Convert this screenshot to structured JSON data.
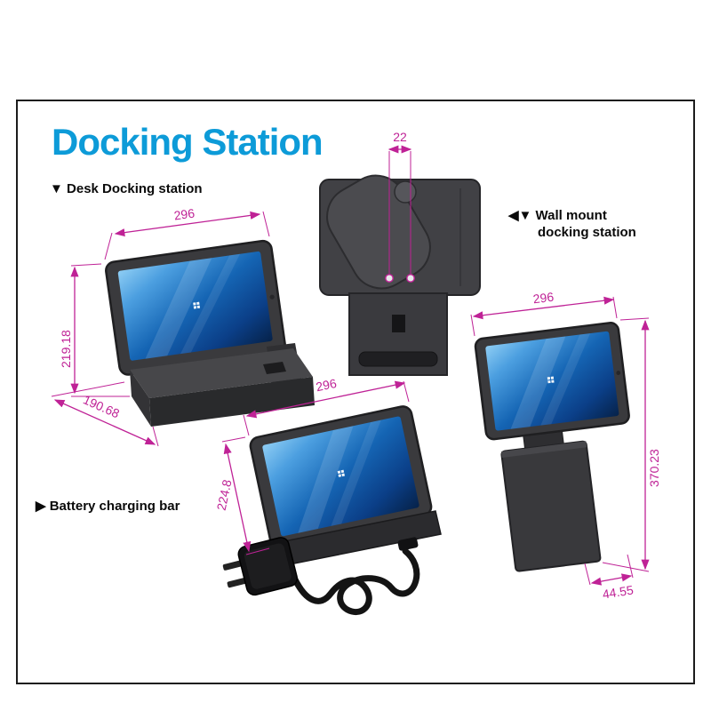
{
  "page": {
    "title": "Docking Station"
  },
  "labels": {
    "desk_docking": "▼ Desk Docking station",
    "wall_mount_line1": "◀▼ Wall mount",
    "wall_mount_line2": "docking station",
    "battery_bar": "▶ Battery charging bar"
  },
  "dimensions": {
    "desk": {
      "width": "296",
      "height": "219.18",
      "depth": "190.68"
    },
    "wall_back": {
      "hole_spacing": "22"
    },
    "wall_side": {
      "width": "296",
      "height": "370.23",
      "depth": "44.55"
    },
    "battery": {
      "width": "296",
      "height": "224.8"
    }
  },
  "colors": {
    "title_blue": "#0d9bd8",
    "dimension_magenta": "#bf2296",
    "device_gray": "#3a3a3d",
    "screen_blue": "#1565b4"
  }
}
